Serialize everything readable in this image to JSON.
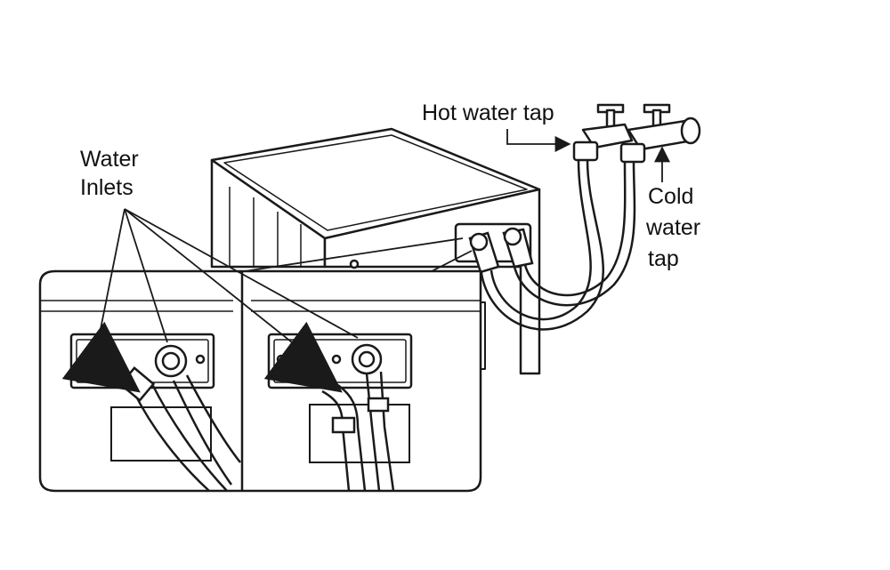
{
  "labels": {
    "water_inlets_line1": "Water",
    "water_inlets_line2": "Inlets",
    "hot_water_tap": "Hot water tap",
    "cold_water_tap_line1": "Cold",
    "cold_water_tap_line2": "water",
    "cold_water_tap_line3": "tap"
  },
  "colors": {
    "line": "#1a1a1a",
    "background": "#ffffff",
    "shade": "#d9d9d9"
  }
}
